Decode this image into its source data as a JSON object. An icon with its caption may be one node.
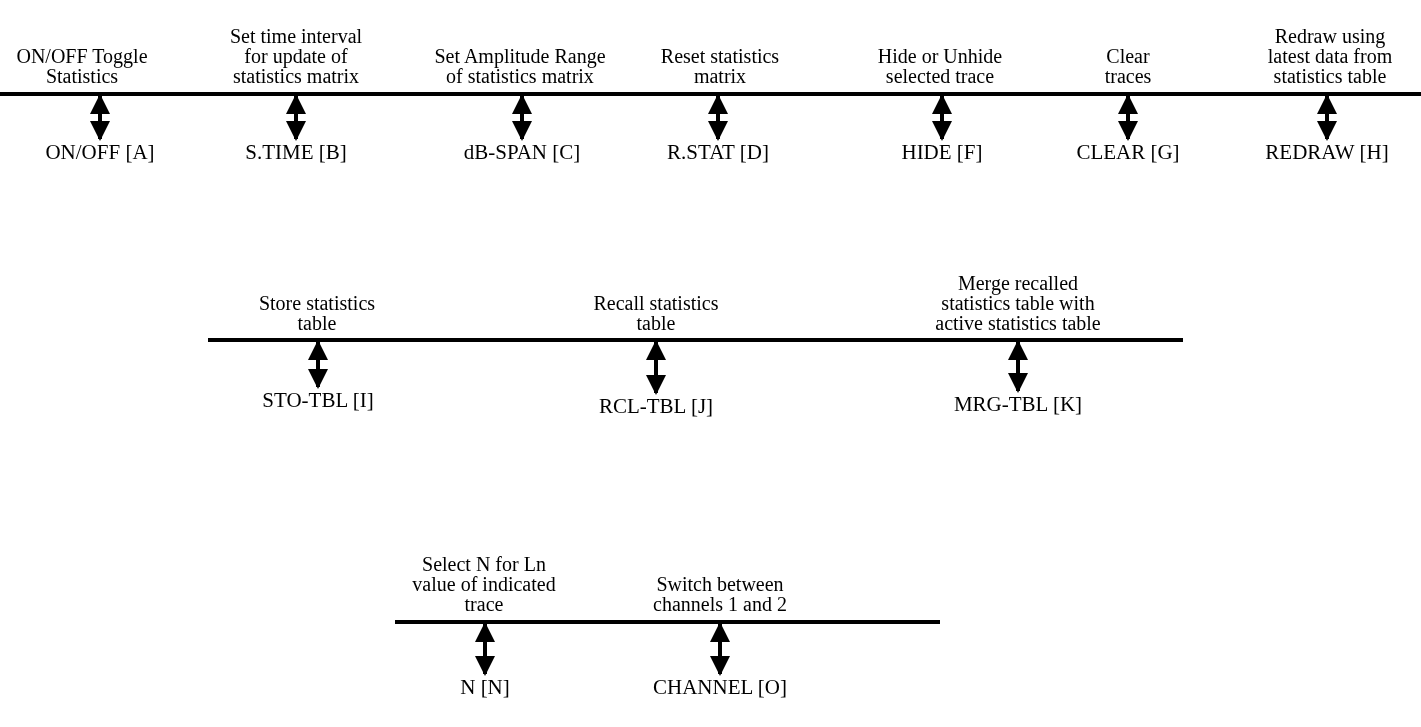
{
  "diagram": {
    "nodes": [
      {
        "text": [
          "ON/OFF Toggle Statistics"
        ]
      },
      {
        "text": [
          "Set time interval for update of statistics matrix"
        ]
      },
      {
        "text": [
          "Set Amplitude Range of statistics matrix"
        ]
      },
      {
        "text": [
          "Reset statistics matrix"
        ]
      },
      {
        "text": [
          "Hide or Unhide selected trace"
        ]
      },
      {
        "text": [
          "Clear traces"
        ]
      },
      {
        "text": [
          "Redraw using latest data from statistics table"
        ]
      },
      {
        "text": [],
        "shape": "bar"
      },
      {
        "text": [
          "ON/OFF [A]"
        ]
      },
      {
        "text": [
          "S.TIME [B]"
        ]
      },
      {
        "text": [
          "dB-SPAN [C]"
        ]
      },
      {
        "text": [
          "R.STAT [D]"
        ]
      },
      {
        "text": [
          "HIDE [F]"
        ]
      },
      {
        "text": [
          "CLEAR [G]"
        ]
      },
      {
        "text": [
          "REDRAW [H]"
        ]
      },
      {
        "text": [
          "Store statistics table"
        ]
      },
      {
        "text": [
          "Recall statistics table"
        ]
      },
      {
        "text": [
          "Merge recalled statistics table with active statistics table"
        ]
      },
      {
        "text": [],
        "shape": "bar"
      },
      {
        "text": [
          "STO-TBL [I]"
        ]
      },
      {
        "text": [
          "RCL-TBL [J]"
        ]
      },
      {
        "text": [
          "MRG-TBL [K]"
        ]
      },
      {
        "text": [
          "Select N for Ln value of indicated trace"
        ]
      },
      {
        "text": [
          "Switch between channels 1 and 2"
        ]
      },
      {
        "text": [],
        "shape": "bar"
      },
      {
        "text": [
          "N [N]"
        ]
      },
      {
        "text": [
          "CHANNEL [O]"
        ]
      }
    ],
    "edges": [
      {
        "from": 7,
        "to": 8,
        "arrow": "both"
      },
      {
        "from": 7,
        "to": 9,
        "arrow": "both"
      },
      {
        "from": 7,
        "to": 10,
        "arrow": "both"
      },
      {
        "from": 7,
        "to": 11,
        "arrow": "both"
      },
      {
        "from": 7,
        "to": 12,
        "arrow": "both"
      },
      {
        "from": 7,
        "to": 13,
        "arrow": "both"
      },
      {
        "from": 7,
        "to": 14,
        "arrow": "both"
      },
      {
        "from": 18,
        "to": 19,
        "arrow": "both"
      },
      {
        "from": 18,
        "to": 20,
        "arrow": "both"
      },
      {
        "from": 18,
        "to": 21,
        "arrow": "both"
      },
      {
        "from": 24,
        "to": 25,
        "arrow": "both"
      },
      {
        "from": 24,
        "to": 26,
        "arrow": "both"
      }
    ]
  }
}
